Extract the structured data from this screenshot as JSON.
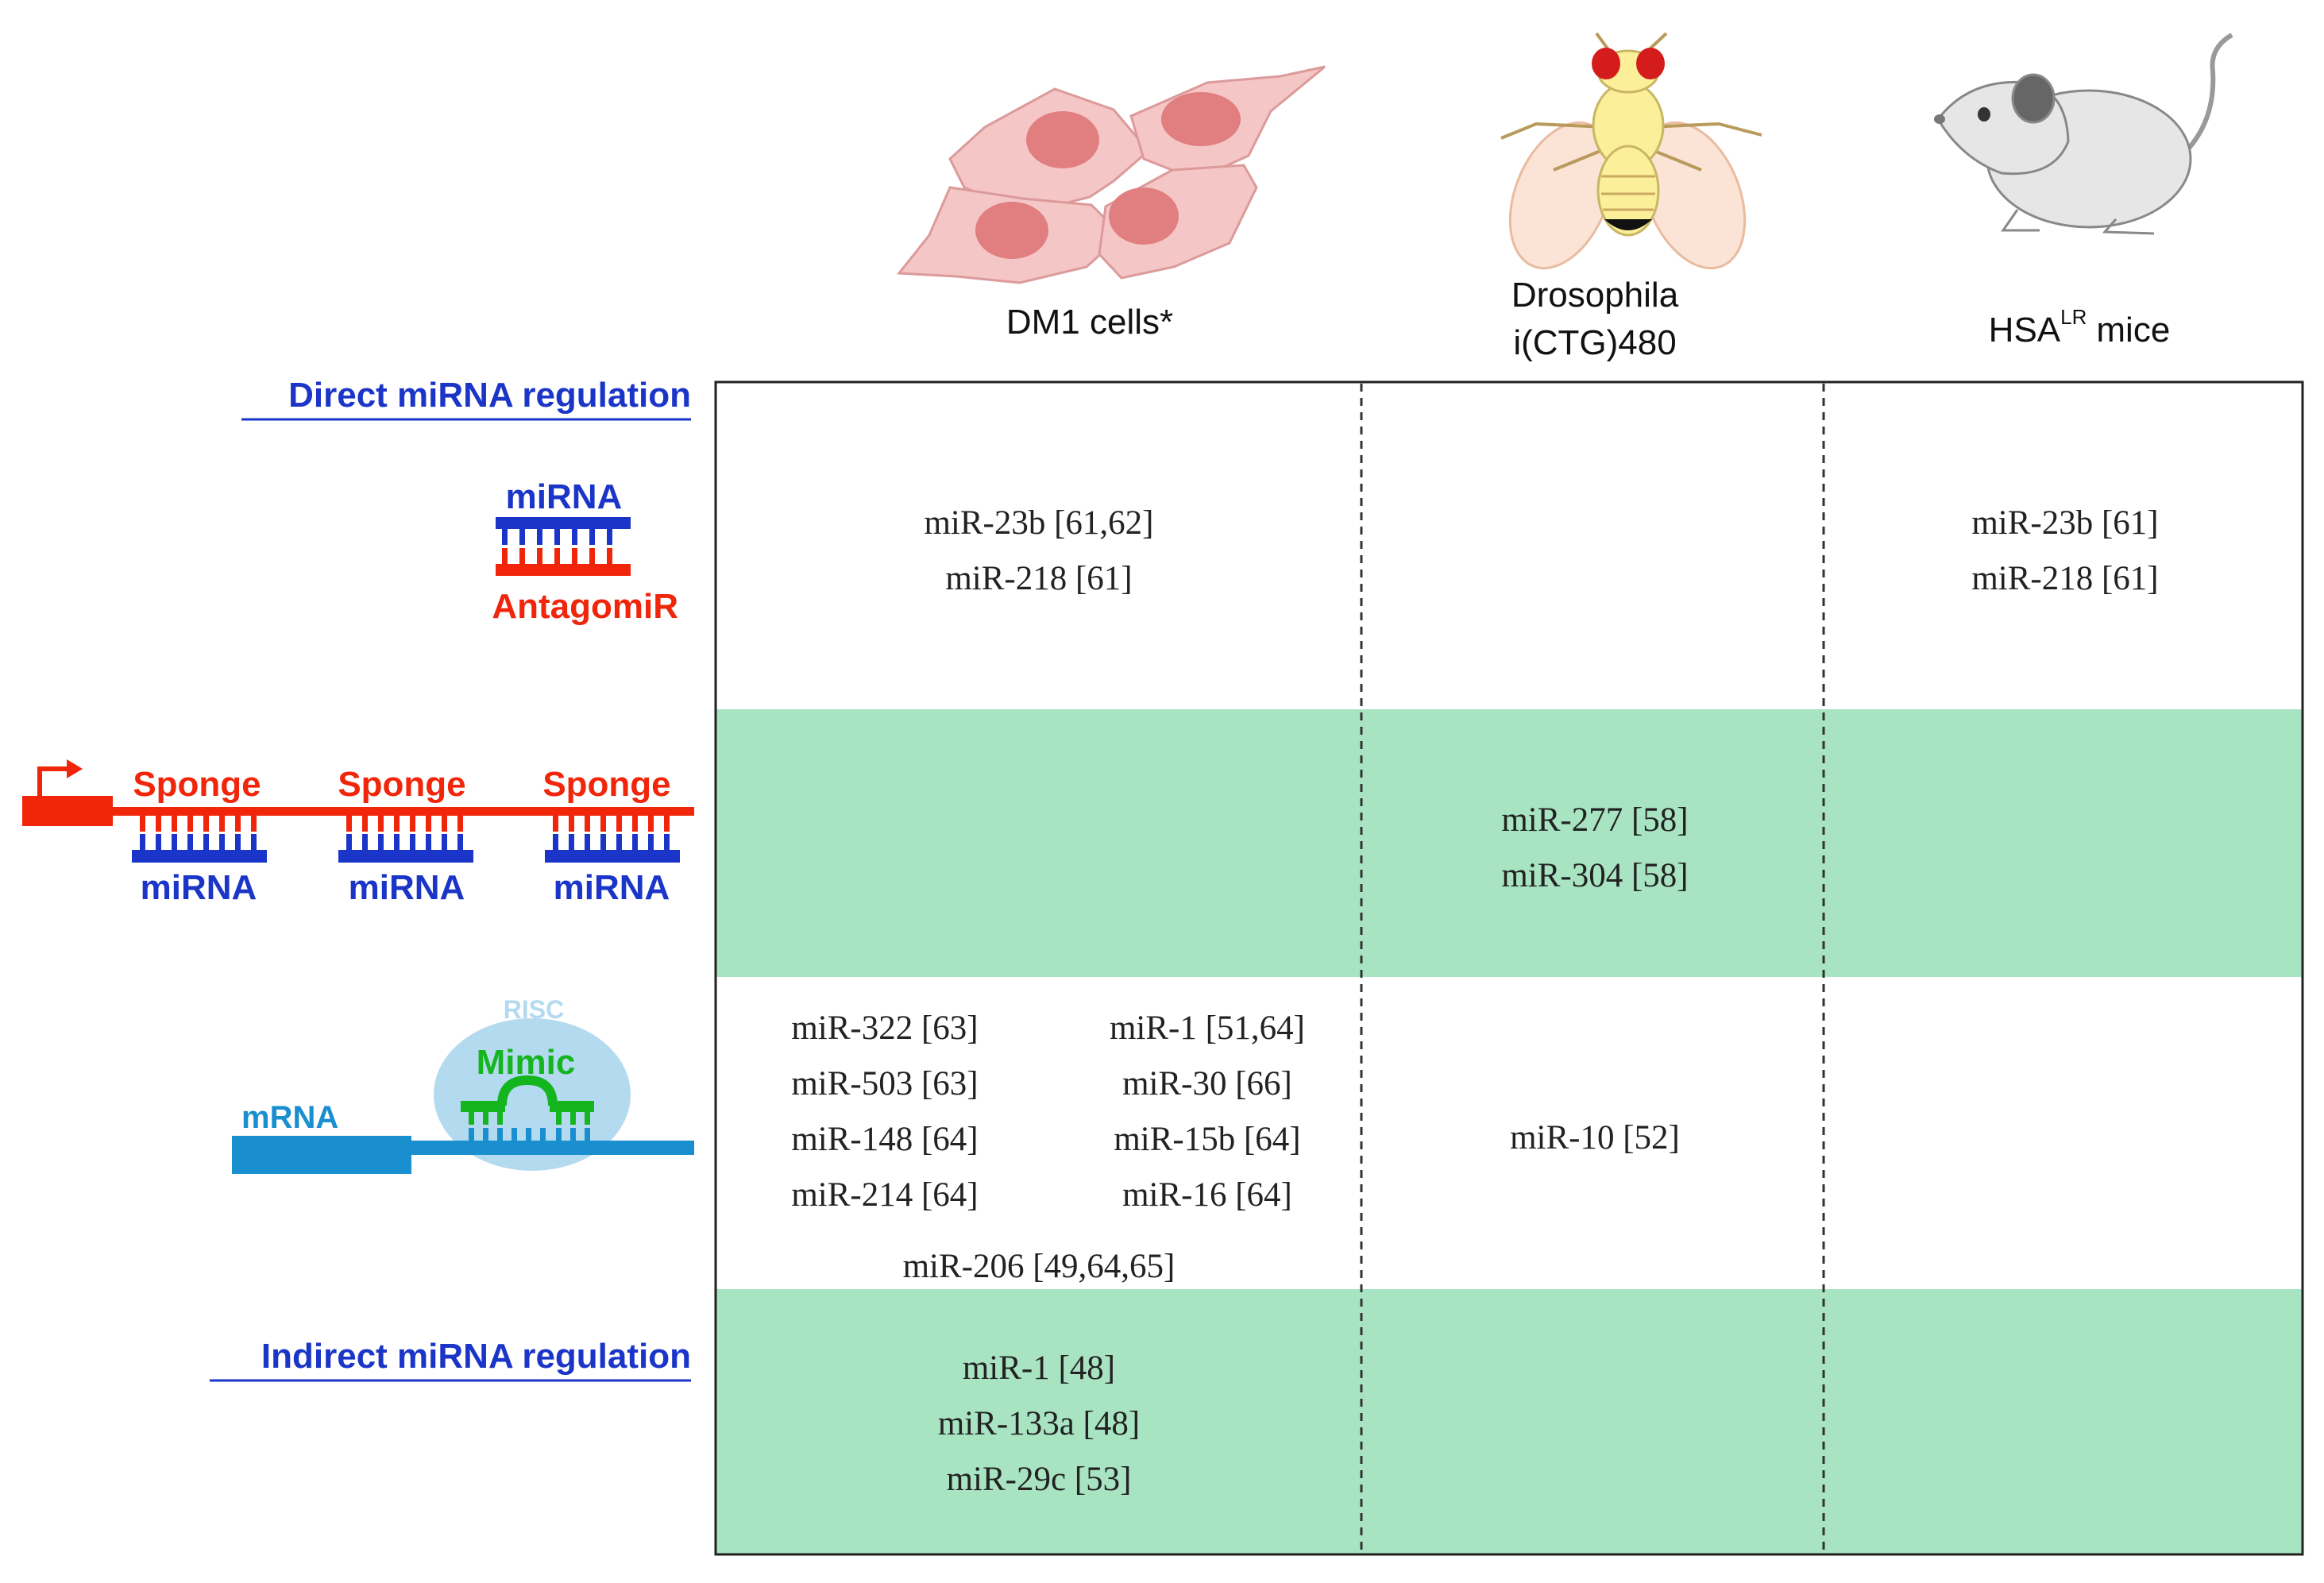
{
  "columns": [
    {
      "label": "DM1 cells*"
    },
    {
      "label_line1": "Drosophila",
      "label_line2": "i(CTG)480"
    },
    {
      "label_main": "HSA",
      "label_sup": "LR",
      "label_tail": "mice"
    }
  ],
  "row_labels": {
    "direct": "Direct miRNA regulation",
    "indirect": "Indirect miRNA regulation"
  },
  "strategies": {
    "antagomir": {
      "top": "miRNA",
      "bottom": "AntagomiR"
    },
    "sponge": {
      "top": [
        "Sponge",
        "Sponge",
        "Sponge"
      ],
      "bottom": [
        "miRNA",
        "miRNA",
        "miRNA"
      ]
    },
    "mimic": {
      "risc": "RISC",
      "mimic": "Mimic",
      "mrna": "mRNA"
    }
  },
  "cells": {
    "antagomir_dm1": [
      "miR-23b [61,62]",
      "miR-218 [61]"
    ],
    "antagomir_mice": [
      "miR-23b [61]",
      "miR-218 [61]"
    ],
    "sponge_drosophila": [
      "miR-277 [58]",
      "miR-304 [58]"
    ],
    "mimic_dm1_left": [
      "miR-322 [63]",
      "miR-503 [63]",
      "miR-148 [64]",
      "miR-214 [64]"
    ],
    "mimic_dm1_right": [
      "miR-1 [51,64]",
      "miR-30 [66]",
      "miR-15b [64]",
      "miR-16 [64]"
    ],
    "mimic_dm1_bottom": "miR-206 [49,64,65]",
    "mimic_drosophila": [
      "miR-10 [52]"
    ],
    "indirect_dm1": [
      "miR-1 [48]",
      "miR-133a [48]",
      "miR-29c [53]"
    ]
  },
  "colors": {
    "green_band": "#a8e4c2",
    "blue": "#1a35c8",
    "red": "#f0250a",
    "light_blue": "#1a8fd0",
    "green_text": "#14b51e",
    "grid": "#222222"
  }
}
